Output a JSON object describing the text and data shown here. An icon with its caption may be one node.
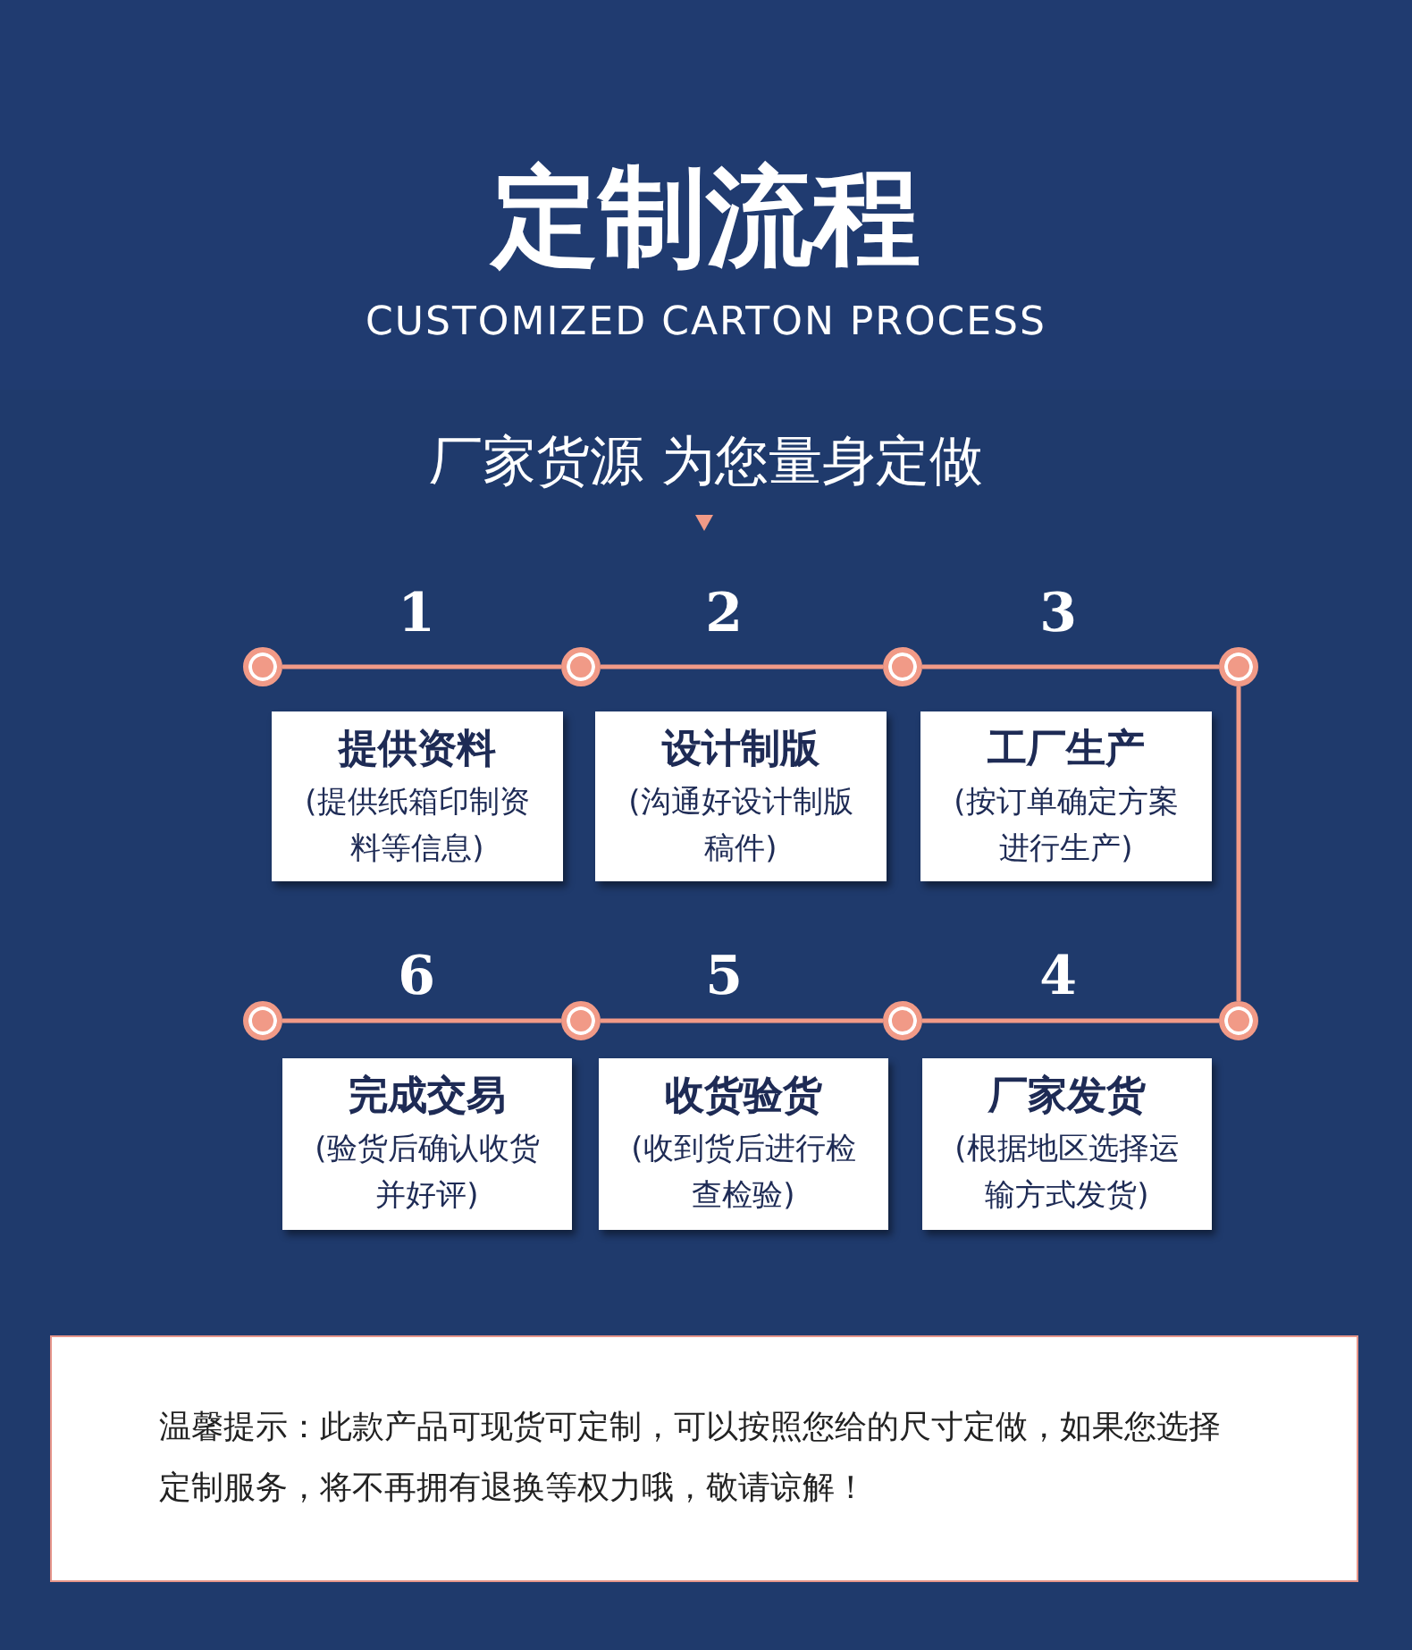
{
  "diagram": {
    "title": "定制流程",
    "nodes": [
      {
        "text": [],
        "shape": "circle"
      },
      {
        "text": [],
        "shape": "circle"
      },
      {
        "text": [],
        "shape": "circle"
      },
      {
        "text": [],
        "shape": "circle"
      },
      {
        "text": [],
        "shape": "circle"
      },
      {
        "text": [],
        "shape": "circle"
      },
      {
        "text": [],
        "shape": "circle"
      },
      {
        "text": [],
        "shape": "circle"
      },
      {
        "text": [
          "提供资料",
          "(提供纸箱印制资料等信息)"
        ]
      },
      {
        "text": [
          "设计制版",
          "(沟通好设计制版稿件)"
        ]
      },
      {
        "text": [
          "工厂生产",
          "(按订单确定方案进行生产)"
        ]
      },
      {
        "text": [
          "完成交易",
          "(验货后确认收货并好评)"
        ]
      },
      {
        "text": [
          "收货验货",
          "(收到货后进行检查检验)"
        ]
      },
      {
        "text": [
          "厂家发货",
          "(根据地区选择运输方式发货)"
        ]
      },
      {
        "text": [
          "温馨提示：此款产品可现货可定制，可以按照您给的尺寸定做，如果您选择定制服务，将不再拥有退换等权力哦，敬请谅解！"
        ]
      }
    ],
    "edges": [
      {
        "from": 0,
        "to": 1,
        "arrow": "none"
      },
      {
        "from": 1,
        "to": 2,
        "arrow": "none"
      },
      {
        "from": 2,
        "to": 3,
        "arrow": "none"
      },
      {
        "from": 3,
        "to": 7,
        "arrow": "none"
      },
      {
        "from": 4,
        "to": 5,
        "arrow": "none"
      },
      {
        "from": 5,
        "to": 6,
        "arrow": "none"
      },
      {
        "from": 6,
        "to": 7,
        "arrow": "none"
      }
    ],
    "labels": [
      "CUSTOMIZED CARTON PROCESS",
      "厂家货源 为您量身定做",
      "1",
      "2",
      "3",
      "6",
      "5",
      "4"
    ]
  }
}
